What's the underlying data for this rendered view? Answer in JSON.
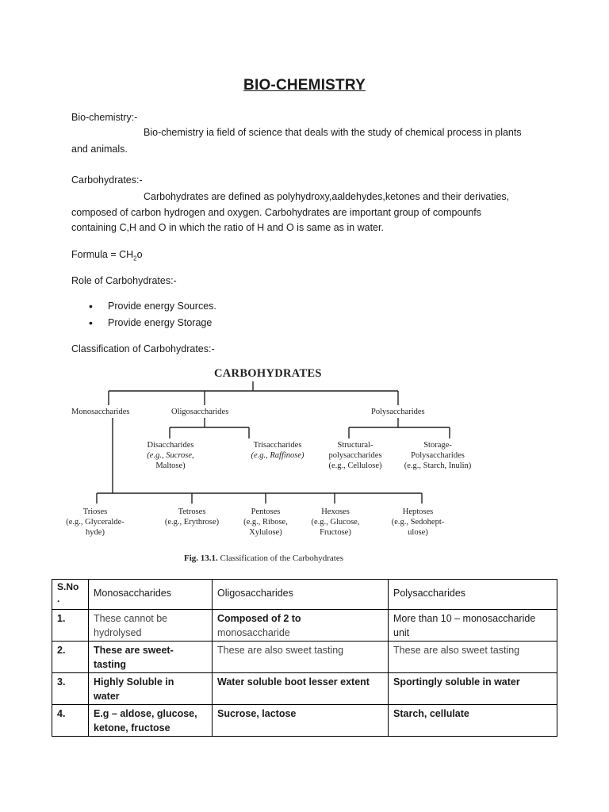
{
  "title": "BIO-CHEMISTRY",
  "biochem": {
    "heading": "Bio-chemistry:-",
    "line1": "Bio-chemistry ia field of science that deals with the study of chemical process in plants",
    "line2": "and animals."
  },
  "carbs": {
    "heading": "Carbohydrates:-",
    "line1": "Carbohydrates are defined as polyhydroxy,aaldehydes,ketones and their derivaties,",
    "line2": "composed of carbon hydrogen and oxygen. Carbohydrates are important group of compounfs",
    "line3": "containing C,H and O in which the ratio of H and O is same as in water."
  },
  "formula": {
    "prefix": "Formula = CH",
    "subscript": "2",
    "suffix": "o"
  },
  "role": {
    "heading": "Role of Carbohydrates:-",
    "items": [
      "Provide energy Sources.",
      "Provide energy Storage"
    ]
  },
  "classification_heading": "Classification of Carbohydrates:-",
  "figure": {
    "root": "CARBOHYDRATES",
    "mono": "Monosaccharides",
    "oligo": "Oligosaccharides",
    "poly": "Polysaccharides",
    "di": "Disaccharides",
    "di_eg": "(e.g., Sucrose,",
    "di_eg2": "Maltose)",
    "tri": "Trisaccharides",
    "tri_eg": "(e.g., Raffinose)",
    "struct": "Structural-",
    "struct2": "polysaccharides",
    "struct_eg": "(e.g., Cellulose)",
    "storage": "Storage-",
    "storage2": "Polysaccharides",
    "storage_eg": "(e.g., Starch, Inulin)",
    "trioses": "Trioses",
    "trioses_eg": "(e.g., Glyceralde-",
    "trioses_eg2": "hyde)",
    "tetroses": "Tetroses",
    "tetroses_eg": "(e.g., Erythrose)",
    "pentoses": "Pentoses",
    "pentoses_eg": "(e.g., Ribose,",
    "pentoses_eg2": "Xylulose)",
    "hexoses": "Hexoses",
    "hexoses_eg": "(e.g., Glucose,",
    "hexoses_eg2": "Fructose)",
    "heptoses": "Heptoses",
    "heptoses_eg": "(e.g., Sedohept-",
    "heptoses_eg2": "ulose)",
    "caption_fig": "Fig. 13.1.",
    "caption_text": "Classification of the Carbohydrates"
  },
  "table": {
    "headers": [
      "S.No\n.",
      "Monosaccharides",
      "Oligosaccharides",
      "Polysaccharides"
    ],
    "rows": [
      [
        "1.",
        "These cannot be\nhydrolysed",
        "Composed of 2 to\nmonosaccharide",
        "More than 10 – monosaccharide\nunit"
      ],
      [
        "2.",
        "These are sweet-\ntasting",
        "These are also sweet tasting",
        "These are also sweet tasting"
      ],
      [
        "3.",
        "Highly Soluble in\nwater",
        "Water soluble boot lesser extent",
        "Sportingly soluble in water"
      ],
      [
        "4.",
        "E.g – aldose, glucose,\nketone, fructose",
        "Sucrose, lactose",
        "Starch, cellulate"
      ]
    ]
  }
}
